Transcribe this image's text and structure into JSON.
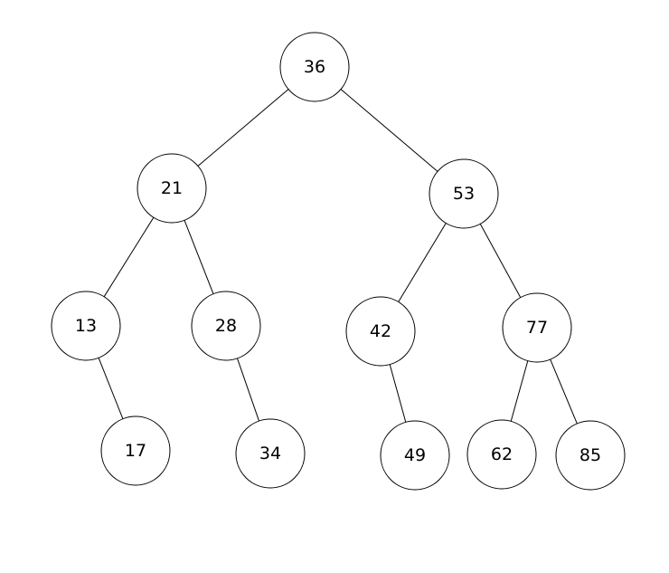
{
  "tree": {
    "nodes": [
      {
        "id": "n36",
        "label": "36"
      },
      {
        "id": "n21",
        "label": "21"
      },
      {
        "id": "n53",
        "label": "53"
      },
      {
        "id": "n13",
        "label": "13"
      },
      {
        "id": "n28",
        "label": "28"
      },
      {
        "id": "n42",
        "label": "42"
      },
      {
        "id": "n77",
        "label": "77"
      },
      {
        "id": "n17",
        "label": "17"
      },
      {
        "id": "n34",
        "label": "34"
      },
      {
        "id": "n49",
        "label": "49"
      },
      {
        "id": "n62",
        "label": "62"
      },
      {
        "id": "n85",
        "label": "85"
      }
    ],
    "edges": [
      {
        "from": "n36",
        "to": "n21"
      },
      {
        "from": "n36",
        "to": "n53"
      },
      {
        "from": "n21",
        "to": "n13"
      },
      {
        "from": "n21",
        "to": "n28"
      },
      {
        "from": "n53",
        "to": "n42"
      },
      {
        "from": "n53",
        "to": "n77"
      },
      {
        "from": "n13",
        "to": "n17"
      },
      {
        "from": "n28",
        "to": "n34"
      },
      {
        "from": "n42",
        "to": "n49"
      },
      {
        "from": "n77",
        "to": "n62"
      },
      {
        "from": "n77",
        "to": "n85"
      }
    ]
  }
}
